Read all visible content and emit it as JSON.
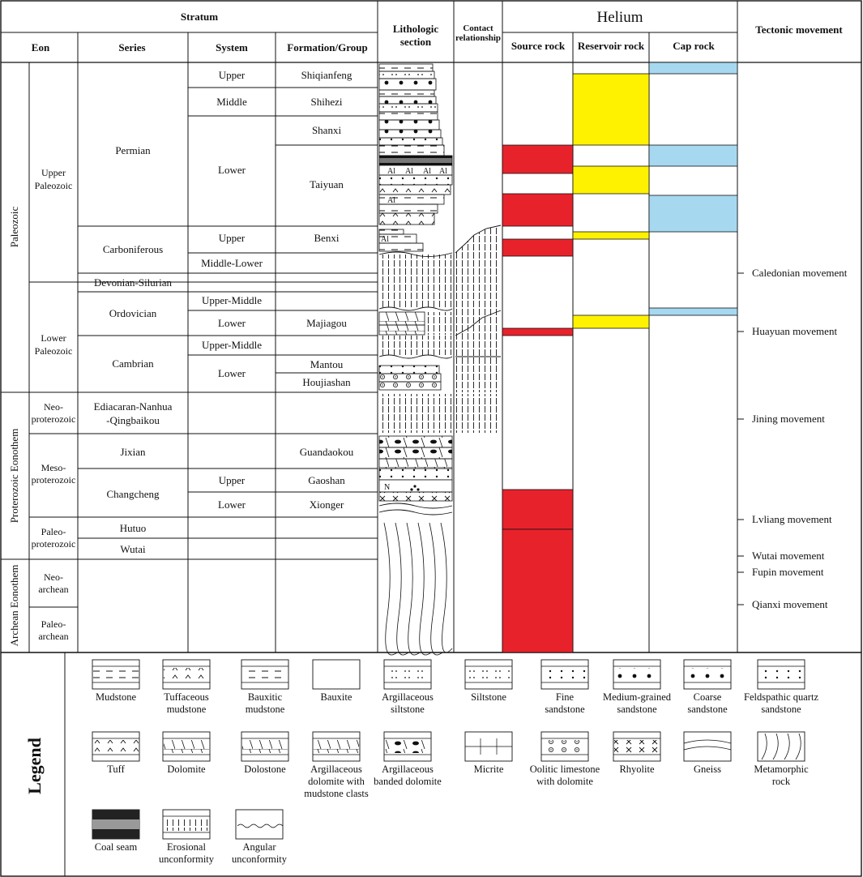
{
  "header": {
    "stratum": "Stratum",
    "eon": "Eon",
    "series": "Series",
    "system": "System",
    "formation": "Formation/Group",
    "lithologic": [
      "Lithologic",
      "section"
    ],
    "contact": [
      "Contact",
      "relationship"
    ],
    "helium": "Helium",
    "source": "Source rock",
    "reservoir": "Reservoir rock",
    "cap": "Cap rock",
    "tectonic": "Tectonic movement"
  },
  "eras": [
    "Paleozoic",
    "Proterozoic Eonothem",
    "Archean Eonothem"
  ],
  "sub_eons": [
    [
      "Upper",
      "Paleozoic"
    ],
    [
      "Lower",
      "Paleozoic"
    ],
    [
      "Neo-",
      "proterozoic"
    ],
    [
      "Meso-",
      "proterozoic"
    ],
    [
      "Paleo-",
      "proterozoic"
    ],
    [
      "Neo-",
      "archean"
    ],
    [
      "Paleo-",
      "archean"
    ]
  ],
  "series": [
    [
      "Permian"
    ],
    [
      "Carboniferous"
    ],
    [
      "Devonian-Silurian"
    ],
    [
      "Ordovician"
    ],
    [
      "Cambrian"
    ],
    [
      "Ediacaran-Nanhua",
      "-Qingbaikou"
    ],
    [
      "Jixian"
    ],
    [
      "Changcheng"
    ],
    [
      "Hutuo"
    ],
    [
      "Wutai"
    ]
  ],
  "systems": [
    "Upper",
    "Middle",
    "Lower",
    "Upper",
    "Middle-Lower",
    "Upper-Middle",
    "Lower",
    "Upper-Middle",
    "Lower",
    "Upper",
    "Lower"
  ],
  "formations": [
    "Shiqianfeng",
    "Shihezi",
    "Shanxi",
    "Taiyuan",
    "Benxi",
    "Majiagou",
    "Mantou",
    "Houjiashan",
    "Guandaokou",
    "Gaoshan",
    "Xionger"
  ],
  "tectonic": [
    "Caledonian movement",
    "Huayuan movement",
    "Jining movement",
    "Lvliang movement",
    "Wutai movement",
    "Fupin movement",
    "Qianxi movement"
  ],
  "colors": {
    "source": "#e8222b",
    "reservoir": "#fff200",
    "cap": "#a6d8f0"
  },
  "litho_symbols": {
    "bauxite": "Al",
    "feldspathic": "N"
  },
  "legend": {
    "title": "Legend",
    "items": [
      [
        "Mudstone"
      ],
      [
        "Tuffaceous",
        "mudstone"
      ],
      [
        "Bauxitic",
        "mudstone"
      ],
      [
        "Bauxite"
      ],
      [
        "Argillaceous",
        "siltstone"
      ],
      [
        "Siltstone"
      ],
      [
        "Fine",
        "sandstone"
      ],
      [
        "Medium-grained",
        "sandstone"
      ],
      [
        "Coarse",
        "sandstone"
      ],
      [
        "Feldspathic quartz",
        "sandstone"
      ],
      [
        "Tuff"
      ],
      [
        "Dolomite"
      ],
      [
        "Dolostone"
      ],
      [
        "Argillaceous",
        "dolomite with",
        "mudstone clasts"
      ],
      [
        "Argillaceous",
        "banded dolomite"
      ],
      [
        "Micrite"
      ],
      [
        "Oolitic limestone",
        "with dolomite"
      ],
      [
        "Rhyolite"
      ],
      [
        "Gneiss"
      ],
      [
        "Metamorphic",
        "rock"
      ],
      [
        "Coal seam"
      ],
      [
        "Erosional",
        "unconformity"
      ],
      [
        "Angular",
        "unconformity"
      ]
    ]
  }
}
